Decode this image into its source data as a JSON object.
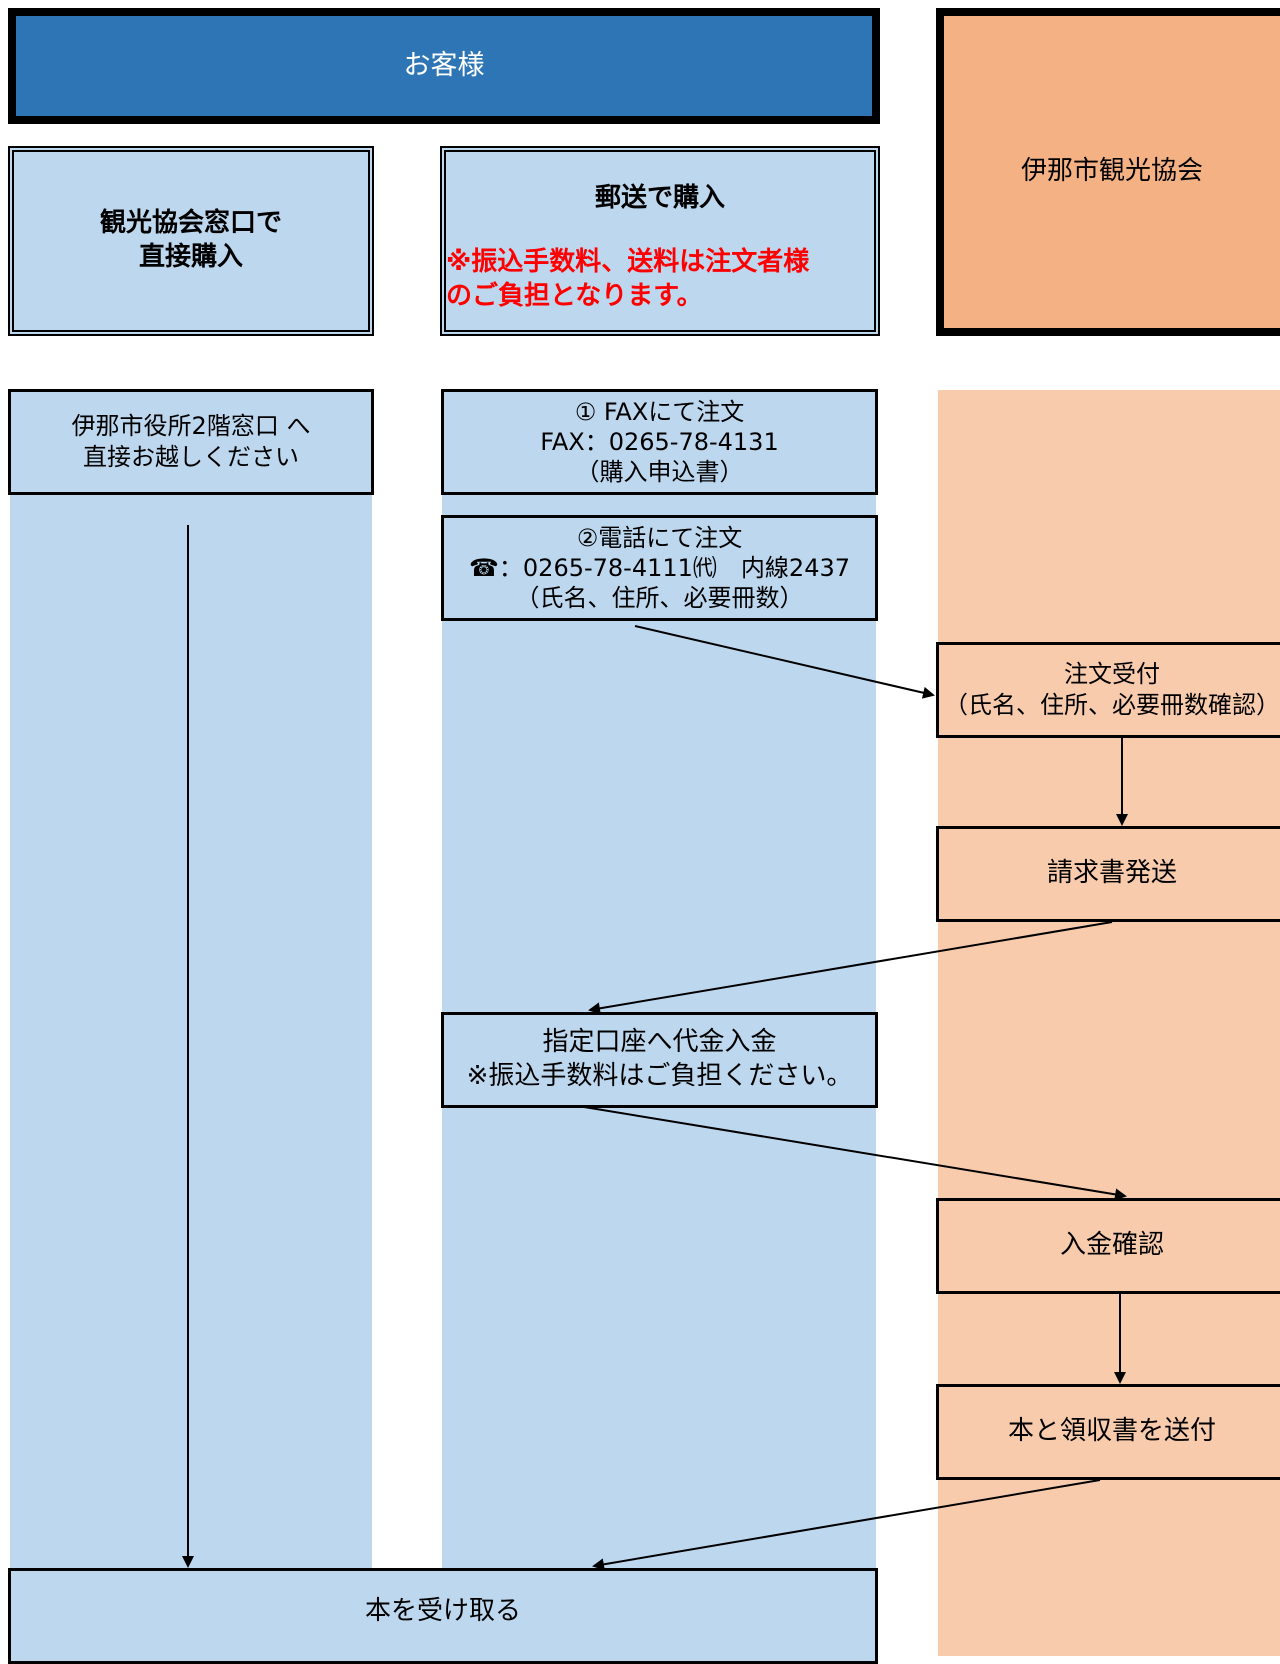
{
  "headers": {
    "customer": "お客様",
    "association": "伊那市観光協会"
  },
  "methods": {
    "counter": {
      "line1": "観光協会窓口で",
      "line2": "直接購入"
    },
    "mail": {
      "title": "郵送で購入",
      "note_line1": "※振込手数料、送料は注文者様",
      "note_line2": "のご負担となります。"
    }
  },
  "steps": {
    "counter_visit": {
      "line1": "伊那市役所2階窓口 へ",
      "line2": "直接お越しください"
    },
    "fax_order": {
      "line1": "① FAXにて注文",
      "line2": "FAX：0265-78-4131",
      "line3": "（購入申込書）"
    },
    "phone_order": {
      "line1": "②電話にて注文",
      "phone_icon": "☎",
      "line2": "：0265-78-4111㈹　内線2437",
      "line3": "（氏名、住所、必要冊数）"
    },
    "order_receipt": {
      "line1": "注文受付",
      "line2": "（氏名、住所、必要冊数確認）"
    },
    "invoice": "請求書発送",
    "payment": {
      "line1": "指定口座へ代金入金",
      "line2": "※振込手数料はご負担ください。"
    },
    "payment_confirm": "入金確認",
    "ship_book": "本と領収書を送付",
    "receive_book": "本を受け取る"
  },
  "colors": {
    "customer_header": "#2e75b6",
    "lane_blue": "#bdd7ee",
    "association_header": "#f4b183",
    "lane_peach": "#f8cbad",
    "note_red": "#ff0000"
  }
}
